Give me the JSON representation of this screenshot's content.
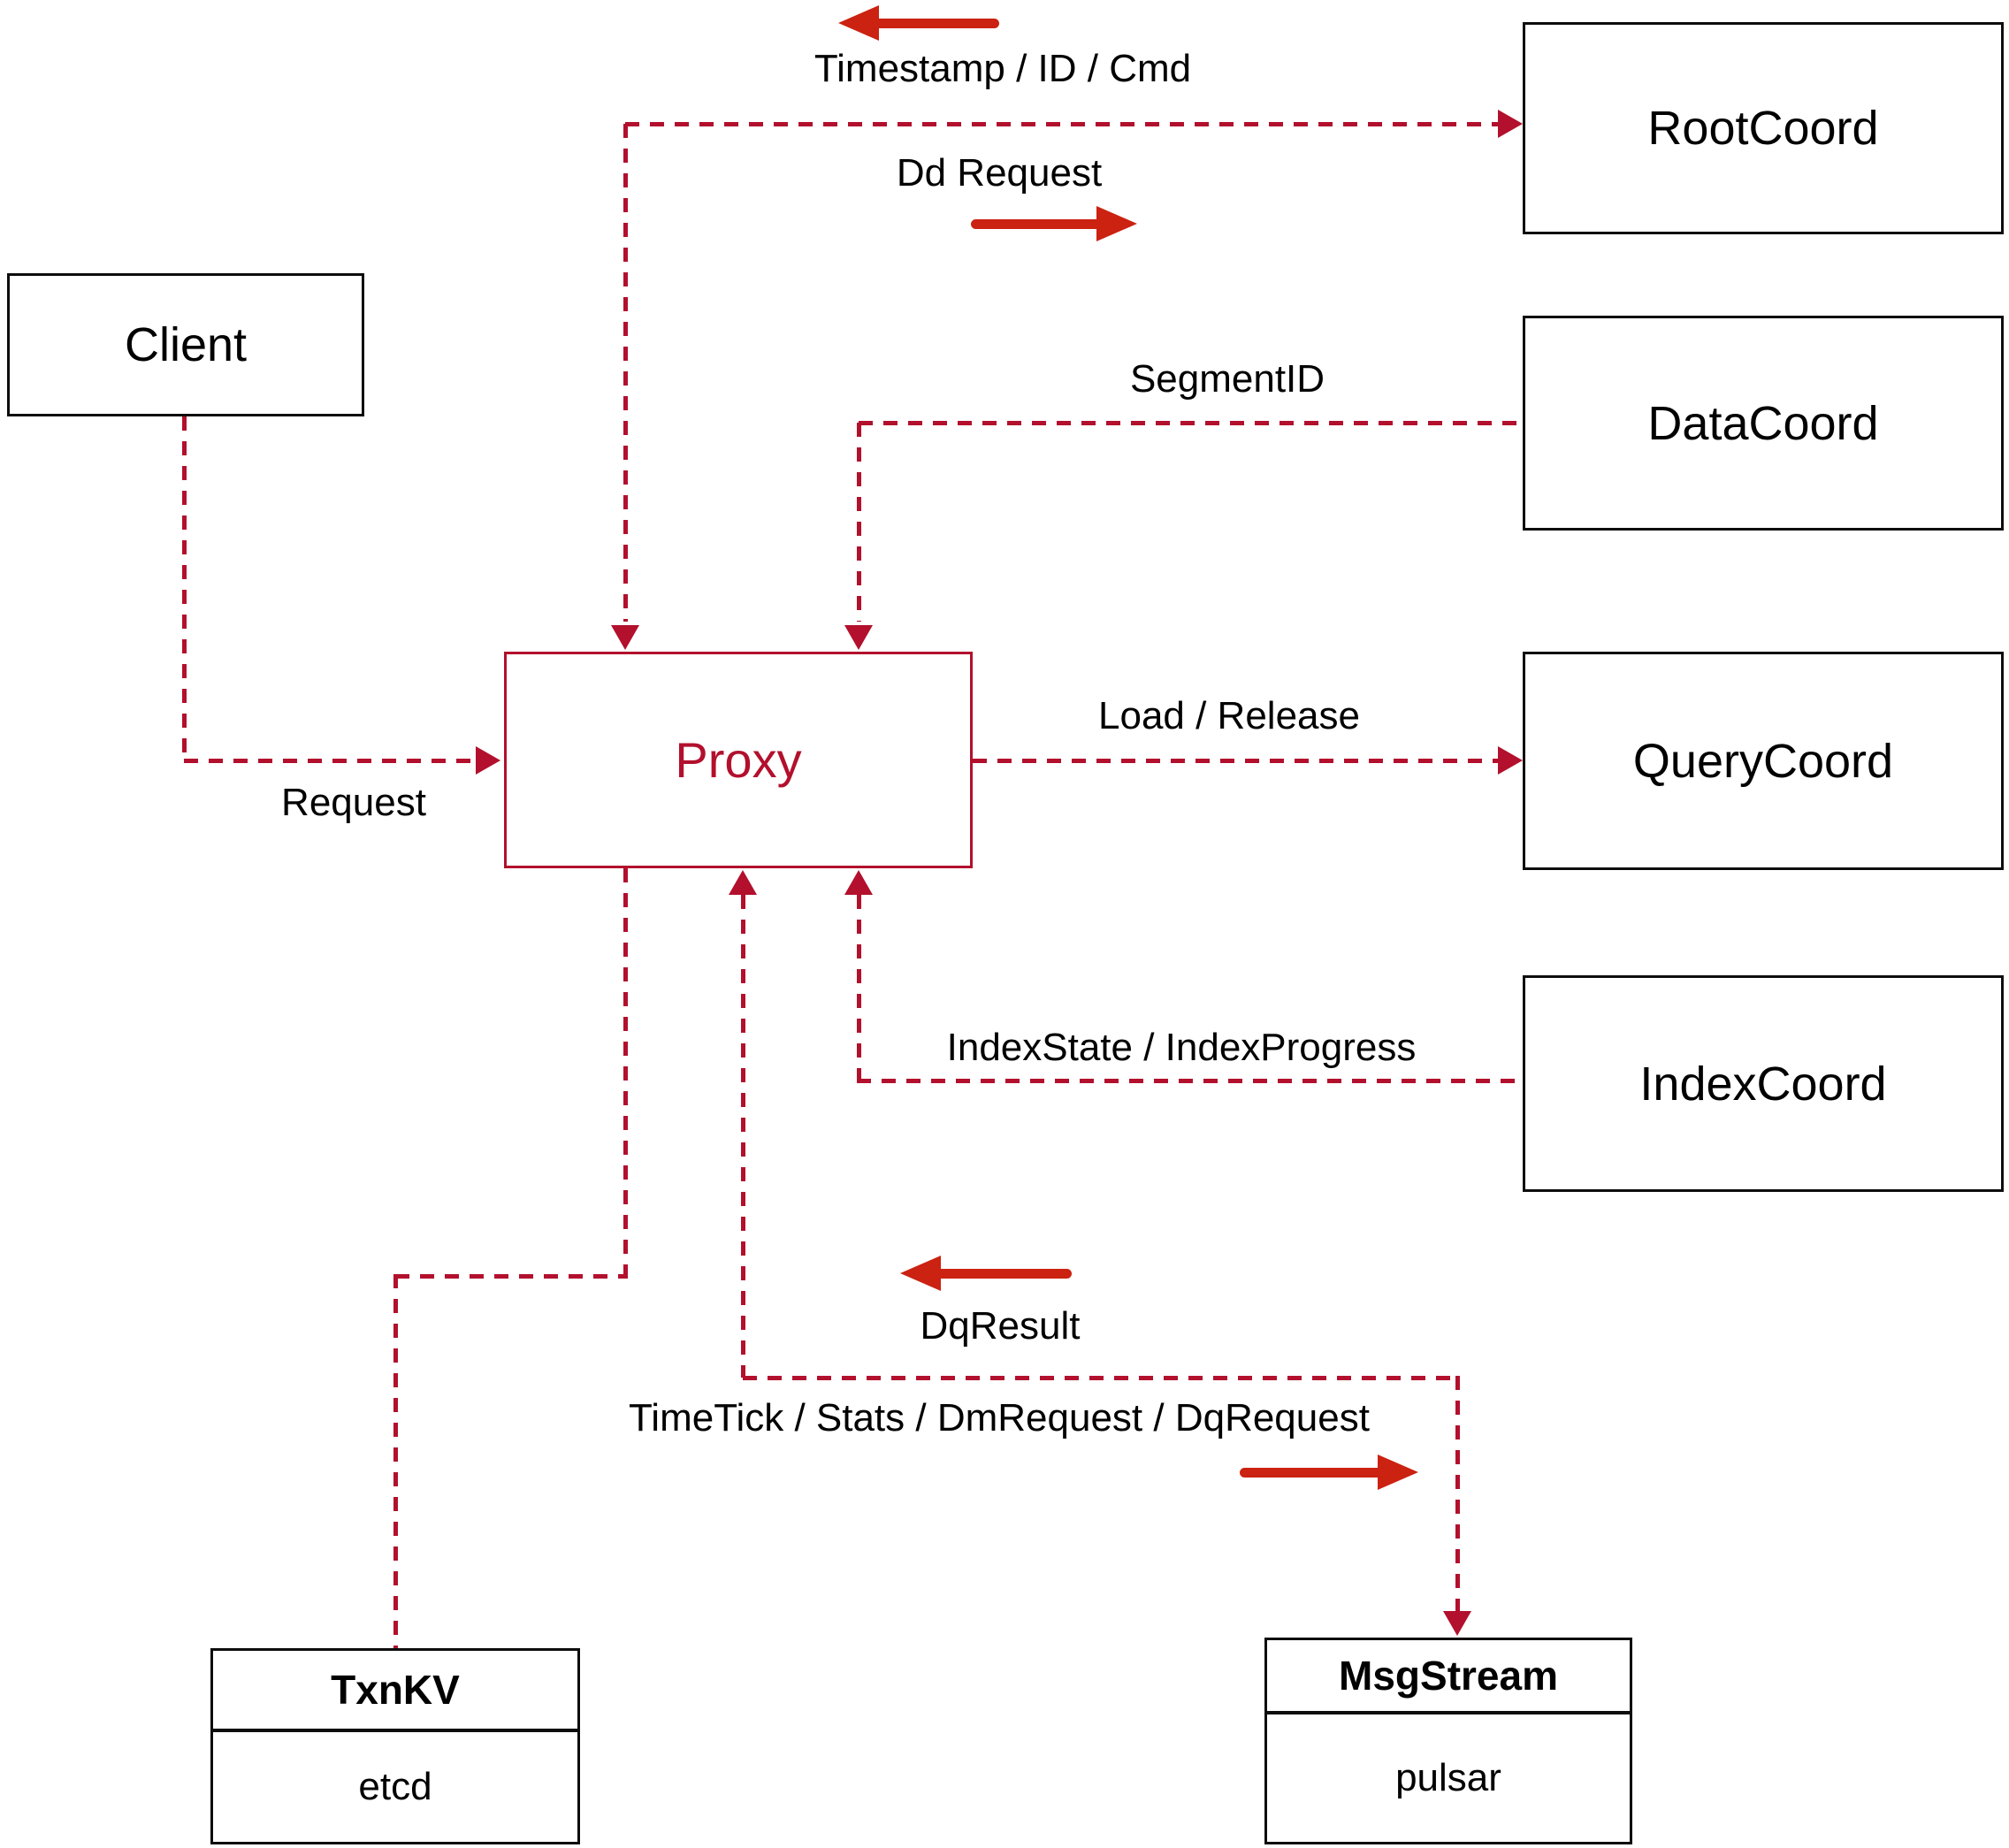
{
  "diagram": {
    "nodes": {
      "client": {
        "label": "Client"
      },
      "proxy": {
        "label": "Proxy"
      },
      "root_coord": {
        "label": "RootCoord"
      },
      "data_coord": {
        "label": "DataCoord"
      },
      "query_coord": {
        "label": "QueryCoord"
      },
      "index_coord": {
        "label": "IndexCoord"
      },
      "txn_kv": {
        "title": "TxnKV",
        "impl": "etcd"
      },
      "msg_stream": {
        "title": "MsgStream",
        "impl": "pulsar"
      }
    },
    "edge_labels": {
      "timestamp_id_cmd": "Timestamp / ID / Cmd",
      "dd_request": "Dd Request",
      "segment_id": "SegmentID",
      "request": "Request",
      "load_release": "Load / Release",
      "index_state_progress": "IndexState / IndexProgress",
      "dq_result": "DqResult",
      "time_tick_stats": "TimeTick / Stats / DmRequest / DqRequest"
    },
    "colors": {
      "dashed_line_crimson": "#b2102d",
      "solid_arrow_red": "#cb2211",
      "box_border_black": "#0d0d0d",
      "background": "#ffffff",
      "text_black": "#000000"
    }
  }
}
